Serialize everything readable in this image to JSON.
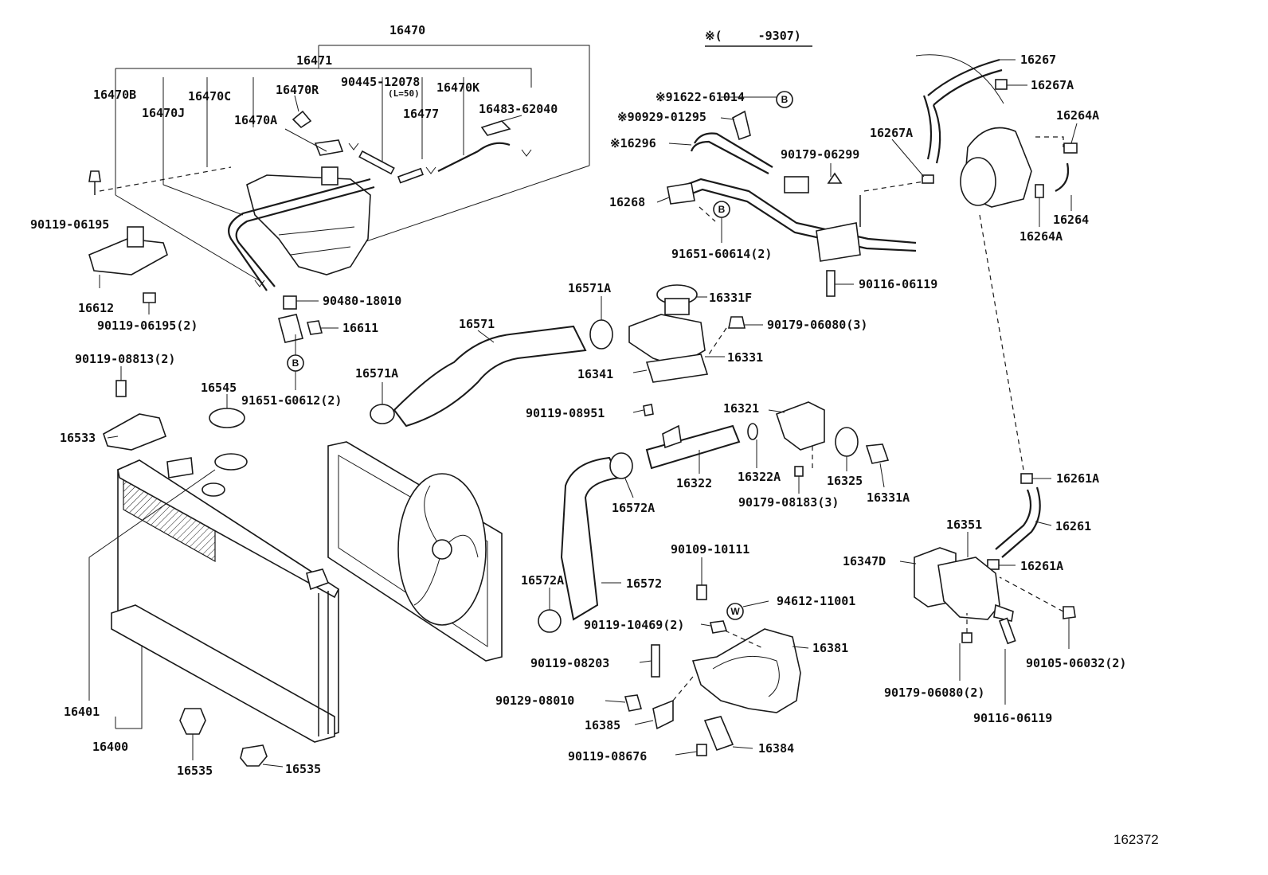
{
  "note": "※(　　　-9307)",
  "diagram_number": "162372",
  "markers": {
    "b": "B",
    "w": "W"
  },
  "labels": {
    "p16470": "16470",
    "p16471": "16471",
    "p16470B": "16470B",
    "p16470C": "16470C",
    "p16470R": "16470R",
    "p90445_12078": "90445-12078",
    "len50": "(L=50)",
    "p16470K": "16470K",
    "p16470J": "16470J",
    "p16470A": "16470A",
    "p16477": "16477",
    "p16483_62040": "16483-62040",
    "p90119_06195": "90119-06195",
    "p16612": "16612",
    "p90119_06195_2": "90119-06195(2)",
    "p90480_18010": "90480-18010",
    "p16611": "16611",
    "p91651_G0612_2": "91651-G0612(2)",
    "p90119_08813_2": "90119-08813(2)",
    "p16545": "16545",
    "p16533": "16533",
    "p16401": "16401",
    "p16400": "16400",
    "p16535a": "16535",
    "p16535b": "16535",
    "p91622_61014": "※91622-61014",
    "p90929_01295": "※90929-01295",
    "p16296": "※16296",
    "p16268": "16268",
    "p90179_06299": "90179-06299",
    "p16267A_mid": "16267A",
    "p91651_60614_2": "91651-60614(2)",
    "p90116_06119_top": "90116-06119",
    "p16267": "16267",
    "p16267A_top": "16267A",
    "p16264A_top": "16264A",
    "p16264": "16264",
    "p16264A_bot": "16264A",
    "p16571A_top": "16571A",
    "p16571": "16571",
    "p16571A_bot": "16571A",
    "p16331F": "16331F",
    "p90179_06080_3": "90179-06080(3)",
    "p16331": "16331",
    "p16341": "16341",
    "p90119_08951": "90119-08951",
    "p16321": "16321",
    "p16322": "16322",
    "p16322A": "16322A",
    "p16325": "16325",
    "p90179_08183_3": "90179-08183(3)",
    "p16331A": "16331A",
    "p16572A_top": "16572A",
    "p16572A_bot": "16572A",
    "p16572": "16572",
    "p90109_10111": "90109-10111",
    "p94612_11001": "94612-11001",
    "p90119_10469_2": "90119-10469(2)",
    "p16381": "16381",
    "p90119_08203": "90119-08203",
    "p90129_08010": "90129-08010",
    "p16385": "16385",
    "p90119_08676": "90119-08676",
    "p16384": "16384",
    "p16261A_top": "16261A",
    "p16261": "16261",
    "p16351": "16351",
    "p16347D": "16347D",
    "p16261A_bot": "16261A",
    "p90105_06032_2": "90105-06032(2)",
    "p90179_06080_2": "90179-06080(2)",
    "p90116_06119_bot": "90116-06119"
  }
}
